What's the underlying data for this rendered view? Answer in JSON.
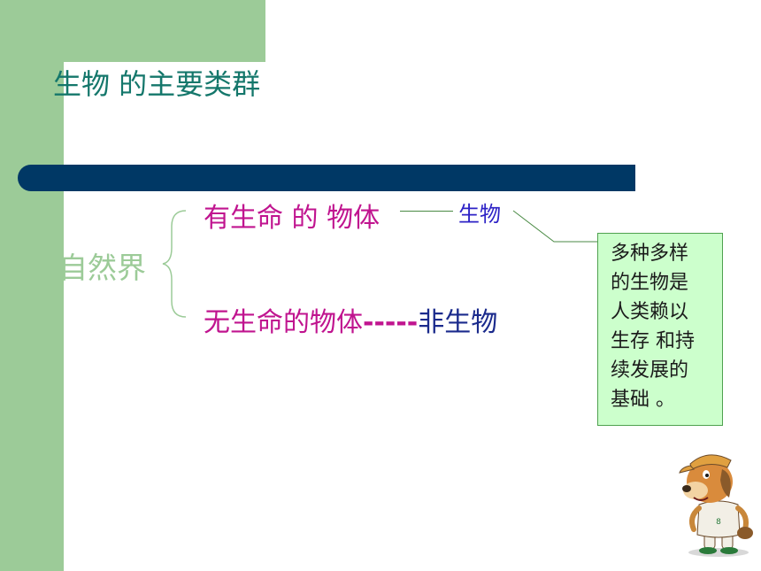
{
  "slide": {
    "title": "生物 的主要类群",
    "root_label": "自然界",
    "living_branch": "有生命 的 物体",
    "organism_label": "生物",
    "nonliving_branch": "无生命的物体",
    "nonliving_dashes": "-----",
    "nonorganism_label": "非生物",
    "note_lines": [
      "多种多样",
      "的生物是",
      "人类赖以",
      "生存 和持",
      "续发展的",
      "基础 。"
    ]
  },
  "colors": {
    "green_band": "#9ccb98",
    "title": "#14776b",
    "bar": "#003865",
    "magenta": "#c0148f",
    "blue": "#2d22c6",
    "note_bg": "#ccffcc"
  }
}
